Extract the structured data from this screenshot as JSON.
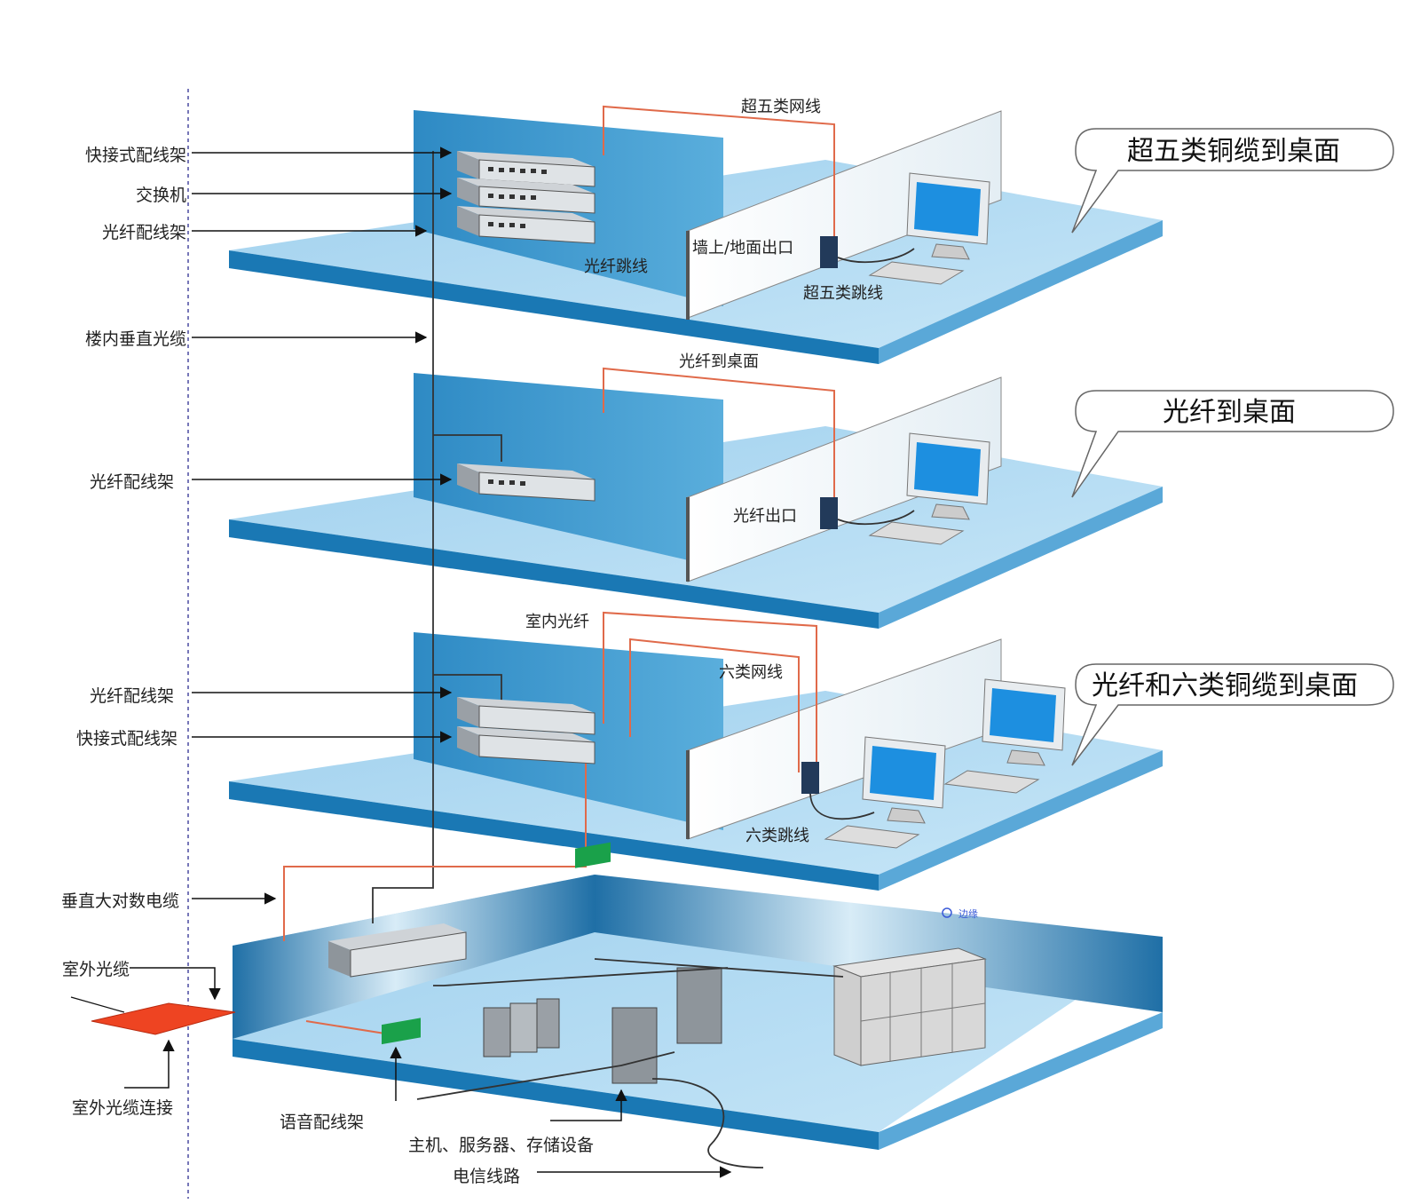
{
  "left_labels": {
    "quick_patch_panel_top": "快接式配线架",
    "switch": "交换机",
    "fiber_patch_panel_top": "光纤配线架",
    "vertical_fiber": "楼内垂直光缆",
    "fiber_patch_panel_mid": "光纤配线架",
    "fiber_patch_panel_3": "光纤配线架",
    "quick_patch_panel_3": "快接式配线架",
    "vertical_trunk_cable": "垂直大对数电缆",
    "outdoor_fiber": "室外光缆",
    "outdoor_fiber_connect": "室外光缆连接"
  },
  "floor1": {
    "cable_label": "超五类网线",
    "fiber_jumper": "光纤跳线",
    "outlet": "墙上/地面出口",
    "patch_cord": "超五类跳线",
    "bubble": "超五类铜缆到桌面"
  },
  "floor2": {
    "cable_label": "光纤到桌面",
    "outlet": "光纤出口",
    "bubble": "光纤到桌面"
  },
  "floor3": {
    "indoor_fiber": "室内光纤",
    "cat6_cable": "六类网线",
    "patch_cord": "六类跳线",
    "bubble": "光纤和六类铜缆到桌面"
  },
  "basement": {
    "voice_panel": "语音配线架",
    "servers": "主机、服务器、存储设备",
    "telecom_line": "电信线路",
    "edge_note": "边缘"
  },
  "colors": {
    "floor_top": "#a8d4ee",
    "floor_edge": "#1a78b4",
    "wall_blue": "#3d97cc",
    "accent_red": "#e06a4a",
    "outdoor_pad": "#ee4422"
  }
}
